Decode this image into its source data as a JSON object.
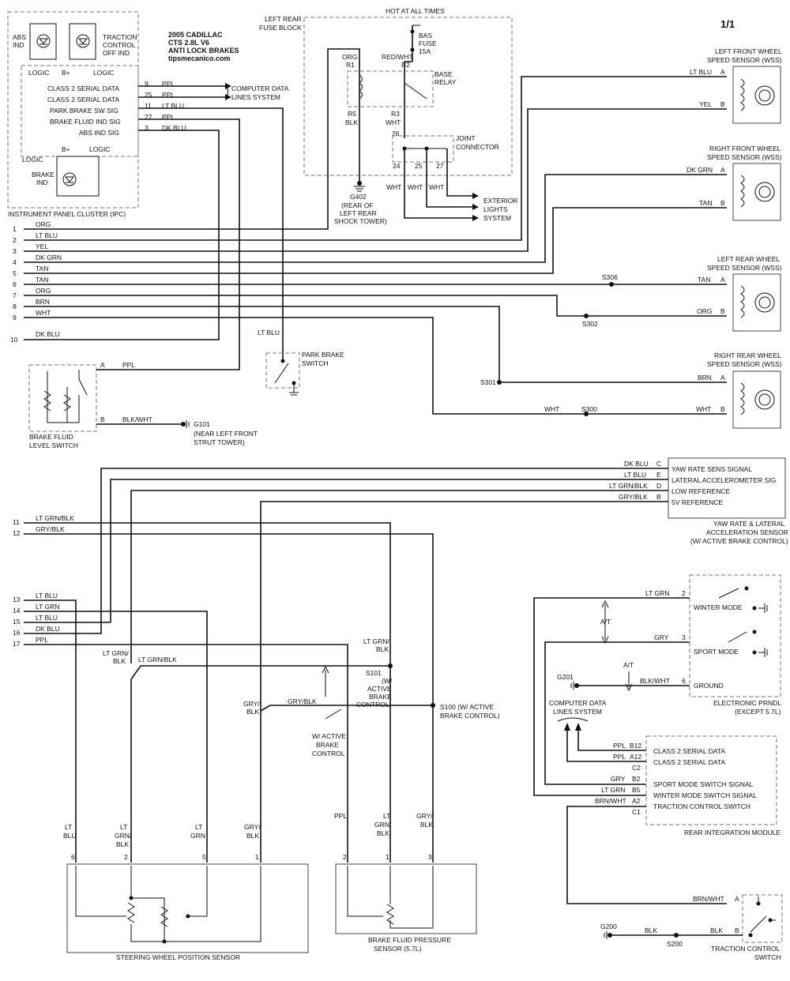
{
  "header": {
    "title_lines": [
      "2005 CADILLAC",
      "CTS  2.8L V6",
      "ANTI LOCK BRAKES"
    ],
    "site": "tipsmecanico.com",
    "page": "1/1"
  },
  "ipc": {
    "title": "INSTRUMENT PANEL CLUSTER (IPC)",
    "abs_ind": [
      "ABS",
      "IND"
    ],
    "traction": [
      "TRACTION",
      "CONTROL",
      "OFF IND"
    ],
    "logic": "LOGIC",
    "bplus": "B+",
    "brake_ind": [
      "BRAKE",
      "IND"
    ],
    "pins": [
      {
        "label": "CLASS 2 SERIAL DATA",
        "num": "9",
        "color": "PPL"
      },
      {
        "label": "CLASS 2 SERIAL DATA",
        "num": "25",
        "color": "PPL"
      },
      {
        "label": "PARK BRAKE SW SIG",
        "num": "11",
        "color": "LT BLU"
      },
      {
        "label": "BRAKE FLUID IND SIG",
        "num": "27",
        "color": "PPL"
      },
      {
        "label": "ABS IND SIG",
        "num": "3",
        "color": "DK BLU"
      }
    ],
    "data_lines": [
      "COMPUTER DATA",
      "LINES SYSTEM"
    ]
  },
  "fuse_block": {
    "title": [
      "LEFT REAR",
      "FUSE BLOCK"
    ],
    "hot": "HOT AT ALL TIMES",
    "fuse": [
      "BAS",
      "FUSE",
      "15A"
    ],
    "relay": [
      "BASE",
      "RELAY"
    ],
    "r1": "R1",
    "r2": "R2",
    "r3": "R3",
    "r5": "R5",
    "org": "ORG",
    "redwht": "RED/WHT",
    "blk": "BLK",
    "wht": "WHT",
    "joint": [
      "JOINT",
      "CONNECTOR"
    ],
    "jpins": [
      "26",
      "24",
      "25",
      "27"
    ],
    "ground": [
      "G402",
      "(REAR OF",
      "LEFT REAR",
      "SHOCK TOWER)"
    ],
    "ext": [
      "EXTERIOR",
      "LIGHTS",
      "SYSTEM"
    ]
  },
  "wss": {
    "lf": {
      "title": [
        "LEFT FRONT WHEEL",
        "SPEED SENSOR (WSS)"
      ],
      "a": "LT BLU",
      "b": "YEL"
    },
    "rf": {
      "title": [
        "RIGHT FRONT WHEEL",
        "SPEED SENSOR (WSS)"
      ],
      "a": "DK GRN",
      "b": "TAN"
    },
    "lr": {
      "title": [
        "LEFT REAR WHEEL",
        "SPEED SENSOR (WSS)"
      ],
      "a": "TAN",
      "b": "ORG",
      "s1": "S306",
      "s2": "S302"
    },
    "rr": {
      "title": [
        "RIGHT REAR WHEEL",
        "SPEED SENSOR (WSS)"
      ],
      "a": "BRN",
      "b": "WHT",
      "s1": "S301",
      "s2": "S300",
      "bwire": "WHT"
    },
    "pa": "A",
    "pb": "B"
  },
  "module_pins": [
    {
      "num": "1",
      "color": "ORG"
    },
    {
      "num": "2",
      "color": "LT BLU"
    },
    {
      "num": "3",
      "color": "YEL"
    },
    {
      "num": "4",
      "color": "DK GRN"
    },
    {
      "num": "5",
      "color": "TAN"
    },
    {
      "num": "6",
      "color": "TAN"
    },
    {
      "num": "7",
      "color": "ORG"
    },
    {
      "num": "8",
      "color": "BRN"
    },
    {
      "num": "9",
      "color": "WHT"
    },
    {
      "num": "10",
      "color": "DK BLU"
    },
    {
      "num": "11",
      "color": "LT GRN/BLK"
    },
    {
      "num": "12",
      "color": "GRY/BLK"
    },
    {
      "num": "13",
      "color": "LT BLU"
    },
    {
      "num": "14",
      "color": "LT GRN"
    },
    {
      "num": "15",
      "color": "LT BLU"
    },
    {
      "num": "16",
      "color": "DK BLU"
    },
    {
      "num": "17",
      "color": "PPL"
    }
  ],
  "park_brake": {
    "wire": "LT BLU",
    "title": [
      "PARK BRAKE",
      "SWITCH"
    ]
  },
  "brake_fluid": {
    "title": [
      "BRAKE FLUID",
      "LEVEL SWITCH"
    ],
    "a": "A",
    "b": "B",
    "awire": "PPL",
    "bwire": "BLK/WHT",
    "ground": [
      "G101",
      "(NEAR LEFT FRONT",
      "STRUT TOWER)"
    ]
  },
  "yaw": {
    "title": [
      "YAW RATE & LATERAL",
      "ACCELERATION SENSOR",
      "(W/ ACTIVE BRAKE CONTROL)"
    ],
    "rows": [
      {
        "wire": "DK BLU",
        "pin": "C",
        "label": "YAW RATE SENS SIGNAL"
      },
      {
        "wire": "LT BLU",
        "pin": "E",
        "label": "LATERAL ACCELEROMETER SIG"
      },
      {
        "wire": "LT GRN/BLK",
        "pin": "D",
        "label": "LOW REFERENCE"
      },
      {
        "wire": "GRY/BLK",
        "pin": "B",
        "label": "5V REFERENCE"
      }
    ]
  },
  "prndl": {
    "title": [
      "ELECTRONIC PRNDL",
      "(EXCEPT 5.7L)"
    ],
    "rows": [
      {
        "wire": "LT GRN",
        "pin": "2",
        "label": "WINTER MODE"
      },
      {
        "wire": "GRY",
        "pin": "3",
        "label": "SPORT MODE"
      },
      {
        "wire": "BLK/WHT",
        "pin": "6",
        "label": "GROUND"
      }
    ],
    "at": "A/T",
    "ground": "G201"
  },
  "rim": {
    "title": "REAR INTEGRATION MODULE",
    "data_lines": [
      "COMPUTER DATA",
      "LINES SYSTEM"
    ],
    "rows": [
      {
        "wire": "PPL",
        "pin": "B12",
        "label": "CLASS 2 SERIAL DATA"
      },
      {
        "wire": "PPL",
        "pin": "A12",
        "label": "CLASS 2 SERIAL DATA"
      },
      {
        "wire": "",
        "pin": "C2",
        "label": ""
      },
      {
        "wire": "GRY",
        "pin": "B2",
        "label": "SPORT MODE SWITCH SIGNAL"
      },
      {
        "wire": "LT GRN",
        "pin": "B5",
        "label": "WINTER MODE SWITCH SIGNAL"
      },
      {
        "wire": "BRN/WHT",
        "pin": "A2",
        "label": "TRACTION CONTROL SWITCH"
      },
      {
        "wire": "",
        "pin": "C1",
        "label": ""
      }
    ]
  },
  "splices": {
    "s101": [
      "S101",
      "(W/",
      "ACTIVE",
      "BRAKE",
      "CONTROL)"
    ],
    "s100": [
      "S100 (W/ ACTIVE",
      "BRAKE CONTROL)"
    ],
    "abc": [
      "W/ ACTIVE",
      "BRAKE",
      "CONTROL"
    ],
    "ltgrnblk": [
      "LT GRN/",
      "BLK"
    ],
    "ltgrnblk_h": "LT GRN/BLK",
    "gryblk": [
      "GRY/",
      "BLK"
    ],
    "gryblk_h": "GRY/BLK",
    "ltgrnblk_mid": [
      "LT GRN/",
      "BLK"
    ]
  },
  "swps": {
    "title": "STEERING WHEEL POSITION SENSOR",
    "pins": [
      {
        "num": "6",
        "wire": [
          "LT",
          "BLU"
        ]
      },
      {
        "num": "2",
        "wire": [
          "LT",
          "GRN/",
          "BLK"
        ]
      },
      {
        "num": "5",
        "wire": [
          "LT",
          "GRN"
        ]
      },
      {
        "num": "1",
        "wire": [
          "GRY/",
          "BLK"
        ]
      }
    ]
  },
  "bfps": {
    "title": [
      "BRAKE FLUID PRESSURE",
      "SENSOR    (5.7L)"
    ],
    "pins": [
      {
        "num": "2",
        "wire": [
          "PPL"
        ]
      },
      {
        "num": "1",
        "wire": [
          "LT",
          "GRN/",
          "BLK"
        ]
      },
      {
        "num": "3",
        "wire": [
          "GRY/",
          "BLK"
        ]
      }
    ]
  },
  "tcs": {
    "title": [
      "TRACTION CONTROL",
      "SWITCH"
    ],
    "a": "A",
    "b": "B",
    "awire": "BRN/WHT",
    "bwire": "BLK",
    "bwire2": "BLK",
    "ground": "G200",
    "splice": "S200"
  }
}
